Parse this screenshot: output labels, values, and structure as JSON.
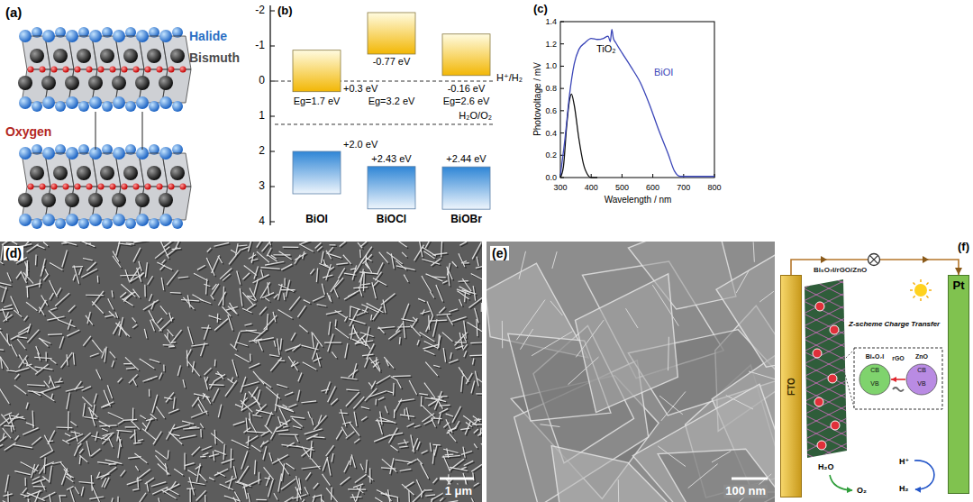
{
  "diagram": {
    "nodes": [
      {
        "text": [
          "FTO"
        ]
      },
      {
        "text": [
          "Pt"
        ]
      },
      {
        "text": [
          "Bi₅O₇I",
          "CB",
          "VB"
        ]
      },
      {
        "text": [
          "ZnO",
          "CB",
          "VB"
        ]
      }
    ],
    "edges": [
      {
        "from": 0,
        "to": 1,
        "arrow": "to"
      },
      {
        "from": 3,
        "to": 2,
        "arrow": "to"
      }
    ],
    "labels": [
      "(a)",
      "Halide",
      "Bismuth",
      "Oxygen",
      "(b)",
      "-2",
      "-1",
      "0",
      "1",
      "2",
      "3",
      "4",
      "H⁺/H₂",
      "H₂O/O₂",
      "+0.3 eV",
      "-0.77 eV",
      "-0.16 eV",
      "Eg=1.7 eV",
      "Eg=3.2 eV",
      "Eg=2.6 eV",
      "+2.0 eV",
      "+2.43 eV",
      "+2.44 eV",
      "BiOI",
      "BiOCl",
      "BiOBr",
      "(c)",
      "Photovoltage / mV",
      "Wavelength / nm",
      "0.0",
      "0.2",
      "0.4",
      "0.6",
      "0.8",
      "1.0",
      "1.2",
      "1.4",
      "300",
      "400",
      "500",
      "600",
      "700",
      "800",
      "TiO₂",
      "BiOI",
      "(d)",
      "1 μm",
      "(e)",
      "100 nm",
      "(f)",
      "Bi₅O₇I/rGO/ZnO",
      "Z-scheme Charge Transfer",
      "rGO",
      "H₂O",
      "O₂",
      "H⁺",
      "H₂"
    ]
  }
}
